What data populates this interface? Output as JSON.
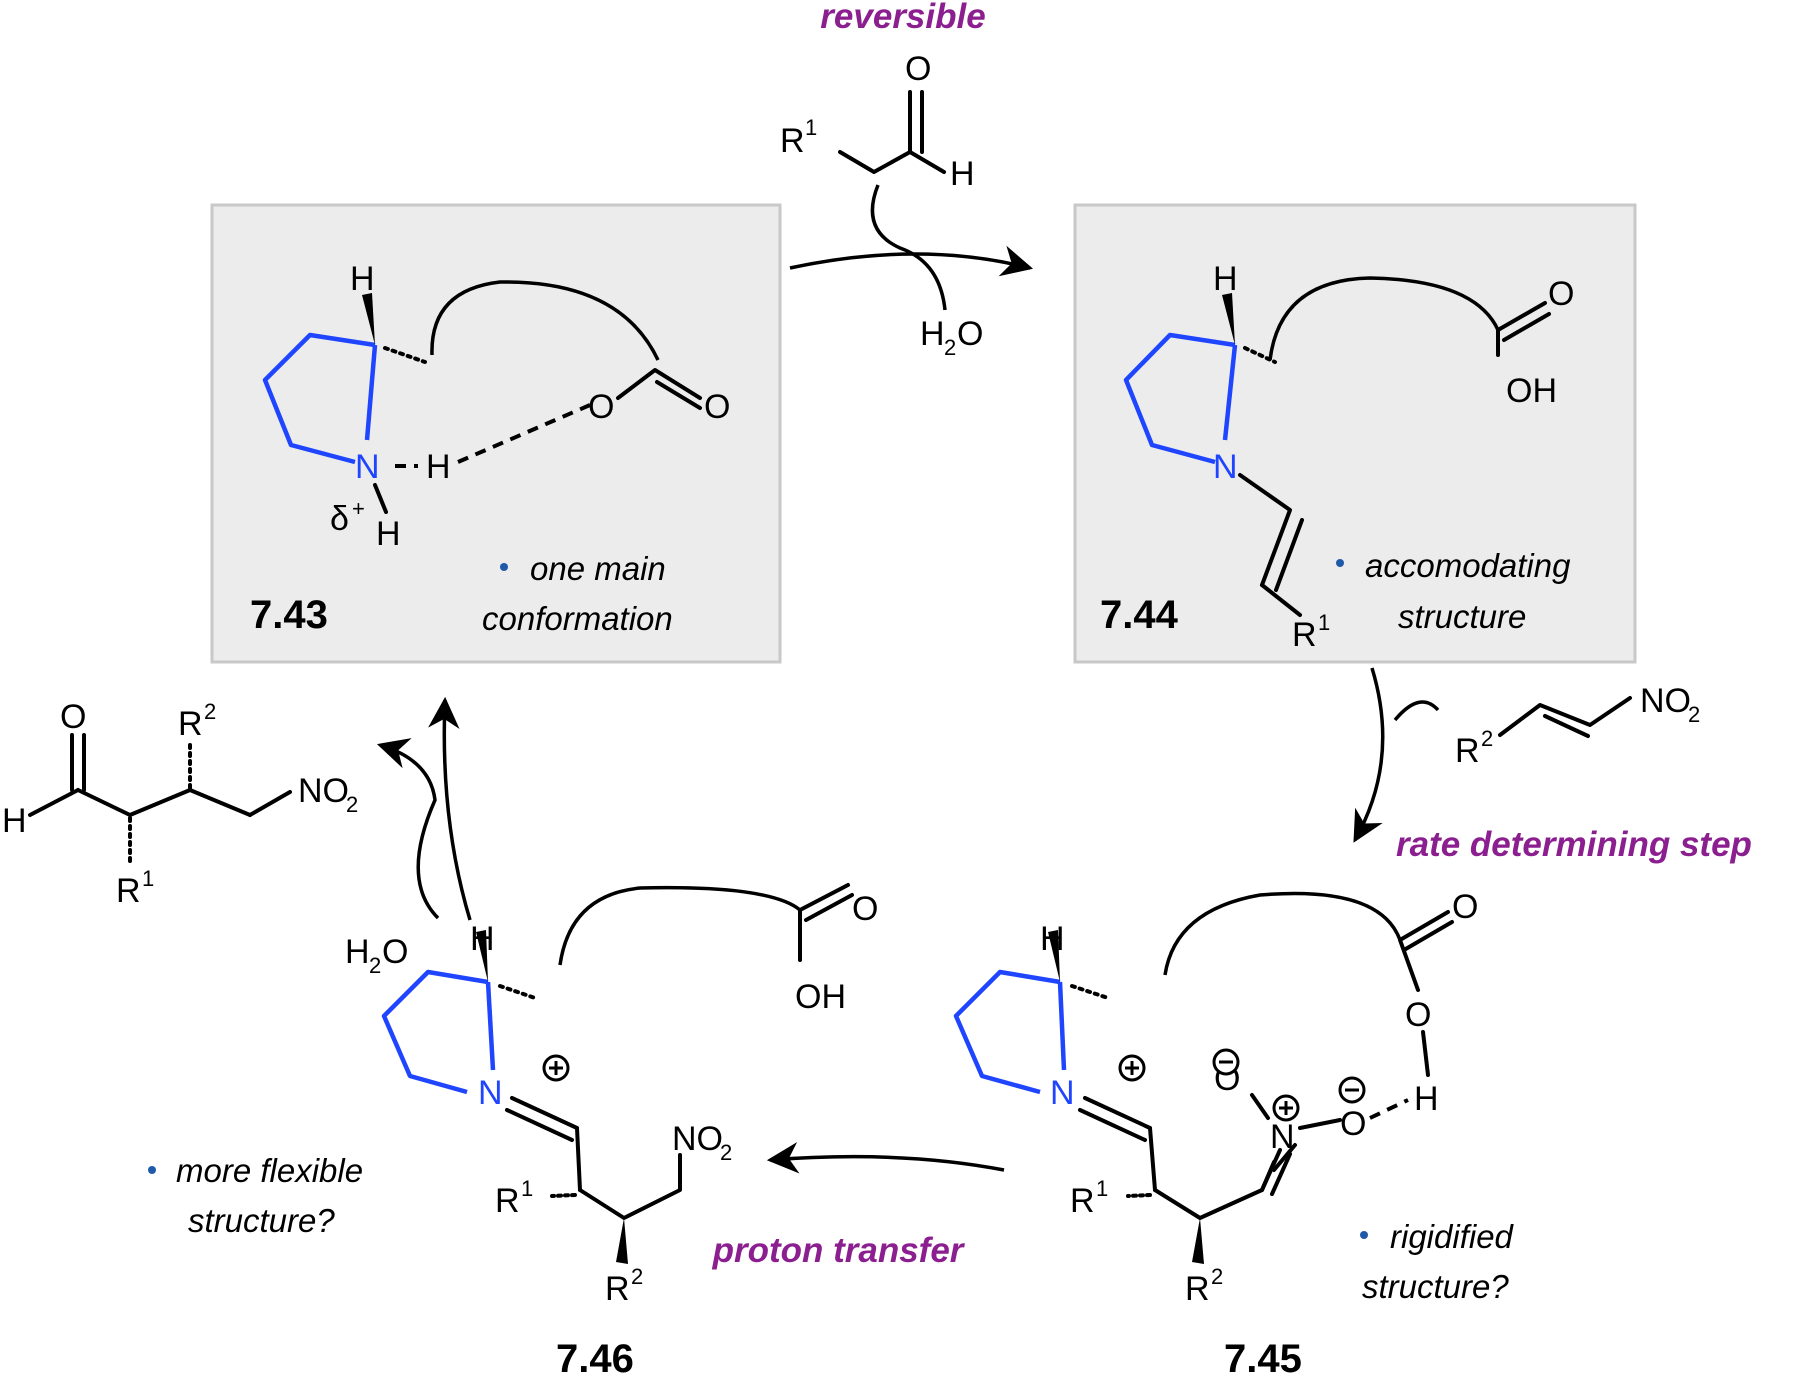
{
  "steps": {
    "top": "reversible",
    "right": "rate determining step",
    "bottom": "proton transfer"
  },
  "compounds": {
    "c743": {
      "number": "7.43",
      "note_line1": "one main",
      "note_line2": "conformation"
    },
    "c744": {
      "number": "7.44",
      "note_line1": "accomodating",
      "note_line2": "structure"
    },
    "c745": {
      "number": "7.45",
      "note_line1": "rigidified",
      "note_line2": "structure?"
    },
    "c746": {
      "number": "7.46",
      "note_line1": "more flexible",
      "note_line2": "structure?"
    }
  },
  "reagents": {
    "aldehyde": {
      "R": "R",
      "R_sup": "1",
      "O": "O",
      "H": "H"
    },
    "water_out": {
      "H": "H",
      "sub": "2",
      "O": "O"
    },
    "water_in": {
      "H": "H",
      "sub": "2",
      "O": "O"
    },
    "nitroalkene": {
      "R": "R",
      "R_sup": "2",
      "NO": "NO",
      "sub": "2"
    }
  },
  "product": {
    "O": "O",
    "H": "H",
    "R1": "R",
    "R1_sup": "1",
    "R2": "R",
    "R2_sup": "2",
    "NO": "NO",
    "sub": "2"
  },
  "atoms": {
    "N": "N",
    "H": "H",
    "O": "O",
    "OH": "OH",
    "delta": "δ",
    "plus": "+",
    "R": "R",
    "sup1": "1",
    "sup2": "2",
    "NO": "NO",
    "sub2": "2"
  },
  "colors": {
    "ring": "#1F45FF",
    "step_label": "#8B1F8F",
    "bullet": "#1E5AA8",
    "box_fill": "#ececec"
  }
}
